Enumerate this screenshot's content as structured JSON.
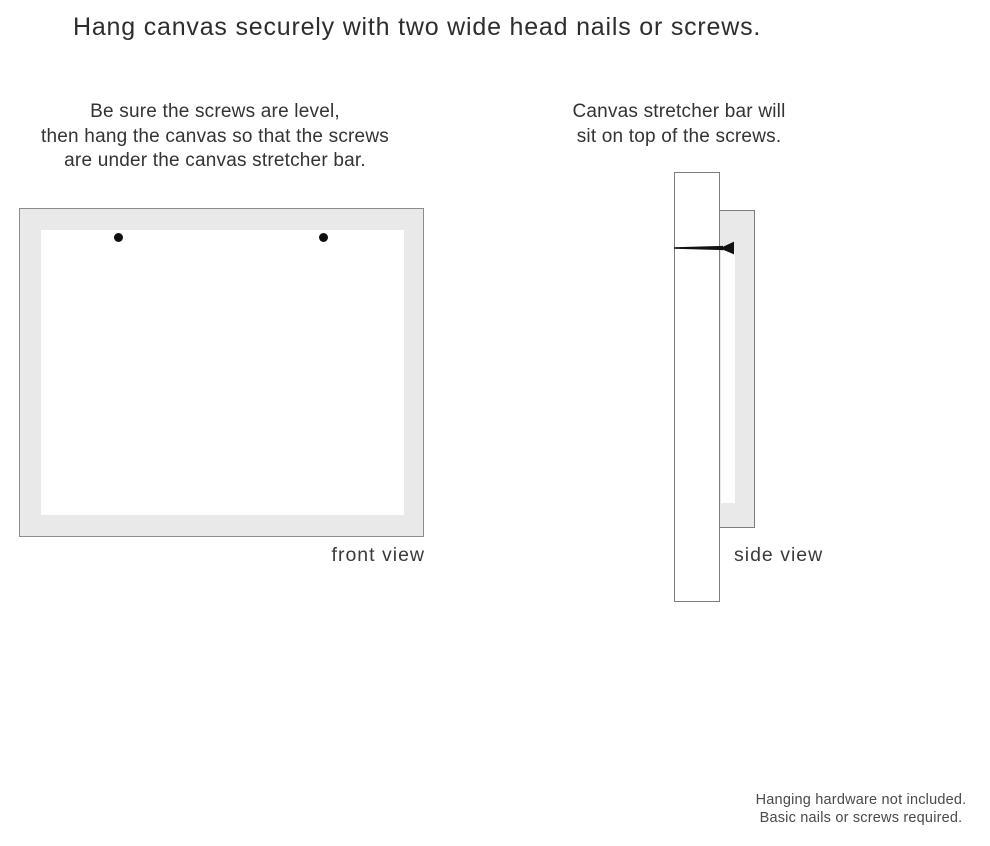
{
  "title": "Hang canvas securely with two wide head nails or screws.",
  "instructions": {
    "left": {
      "lines": [
        "Be sure the screws are level,",
        "then hang the canvas so that the screws",
        "are under the canvas stretcher bar."
      ]
    },
    "right": {
      "lines": [
        "Canvas stretcher bar will",
        "sit on top of the screws."
      ]
    }
  },
  "front_view": {
    "label": "front view",
    "screw_count": 2
  },
  "side_view": {
    "label": "side view",
    "fasteners": [
      "nail"
    ]
  },
  "footnote": {
    "lines": [
      "Hanging hardware not included.",
      "Basic nails or screws required."
    ]
  },
  "colors": {
    "canvas_frame_gray": "#e9e9e9",
    "outline_gray": "#8c8c8c",
    "text_dark": "#2d2d2d",
    "fastener_black": "#111111",
    "background": "#ffffff"
  }
}
